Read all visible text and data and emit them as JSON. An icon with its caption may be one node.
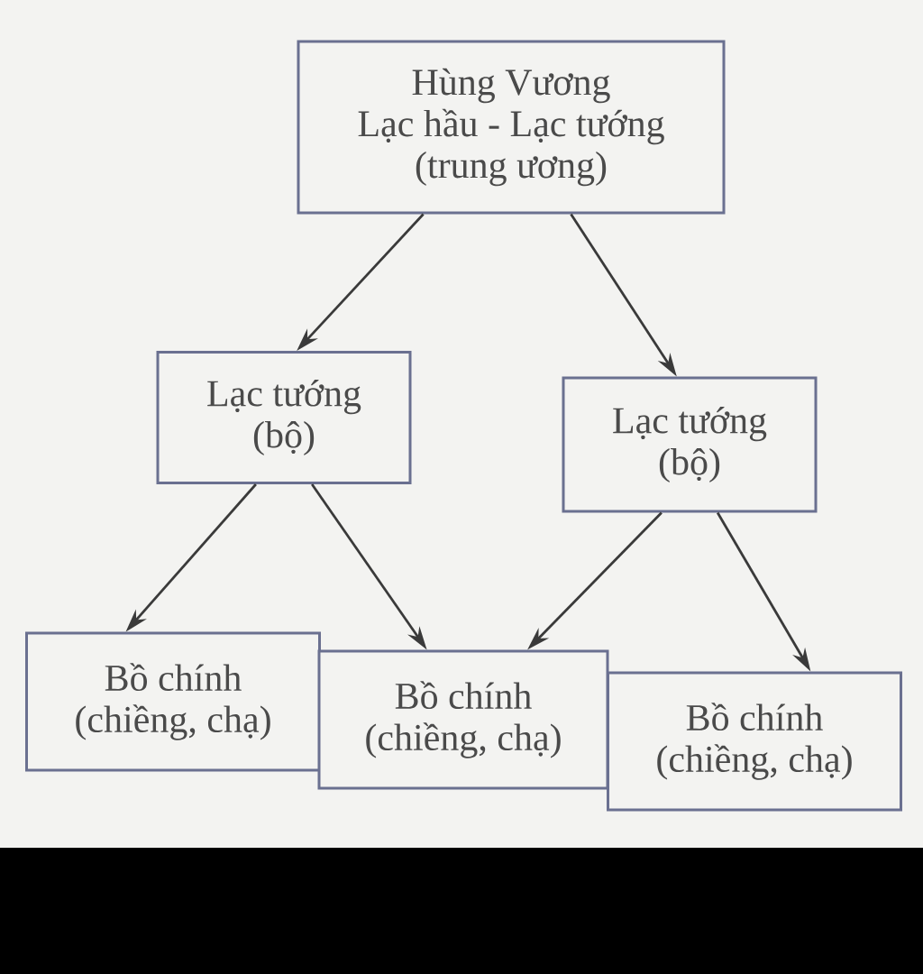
{
  "diagram": {
    "nodes": [
      {
        "text": [
          "Hùng Vương",
          "Lạc hầu - Lạc tướng",
          "(trung ương)"
        ]
      },
      {
        "text": [
          "Lạc tướng",
          "(bộ)"
        ]
      },
      {
        "text": [
          "Lạc tướng",
          "(bộ)"
        ]
      },
      {
        "text": [
          "Bồ chính",
          "(chiềng, chạ)"
        ]
      },
      {
        "text": [
          "Bồ chính",
          "(chiềng, chạ)"
        ]
      },
      {
        "text": [
          "Bồ chính",
          "(chiềng, chạ)"
        ]
      }
    ],
    "edges": [
      {
        "from": 0,
        "to": 1,
        "arrow": "to"
      },
      {
        "from": 0,
        "to": 2,
        "arrow": "to"
      },
      {
        "from": 1,
        "to": 3,
        "arrow": "to"
      },
      {
        "from": 1,
        "to": 4,
        "arrow": "to"
      },
      {
        "from": 2,
        "to": 4,
        "arrow": "to"
      },
      {
        "from": 2,
        "to": 5,
        "arrow": "to"
      }
    ]
  }
}
